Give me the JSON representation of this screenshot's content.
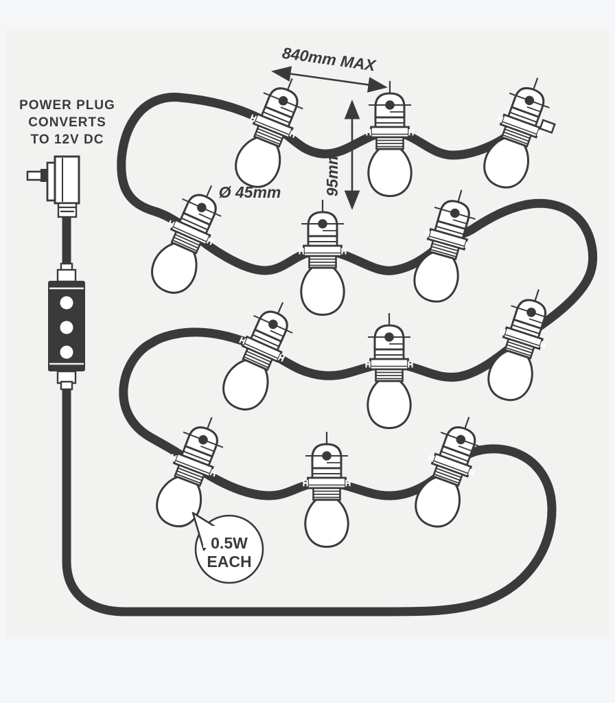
{
  "colors": {
    "ink": "#3a3a3c",
    "paper": "#ffffff",
    "panel_bg": "#f2f2f1",
    "outer_bg": "#f5f6f8"
  },
  "plug_label": {
    "line1": "POWER PLUG",
    "line2": "CONVERTS",
    "line3": "TO 12V DC"
  },
  "annotations": {
    "max_spacing": "840mm MAX",
    "bulb_height": "95mm",
    "bulb_diameter": "Ø 45mm"
  },
  "callout": {
    "line1": "0.5W",
    "line2": "EACH"
  },
  "string_lights": {
    "bulb_count": 12,
    "rows": 4,
    "bulbs_per_row": 3
  }
}
